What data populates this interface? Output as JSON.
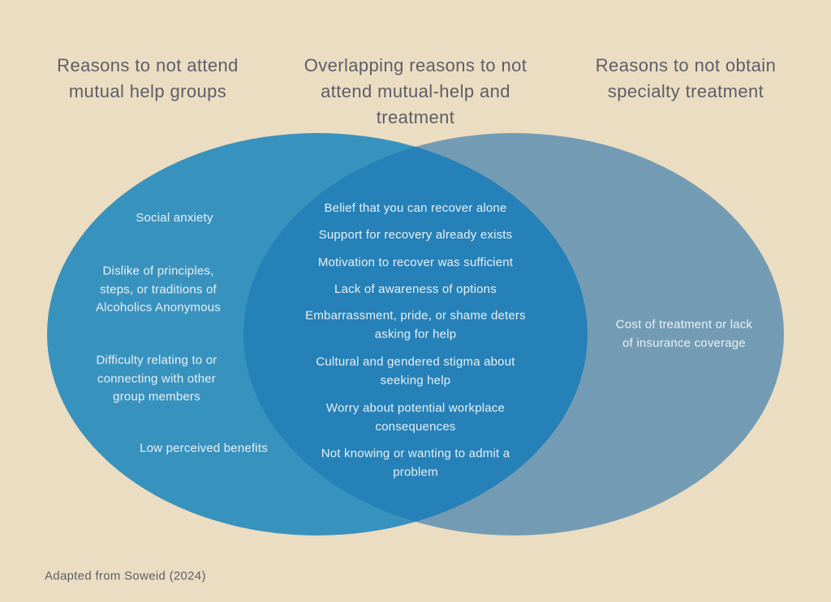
{
  "page": {
    "background_color": "#EBDDC1",
    "footer_credit": "Adapted from Soweid (2024)"
  },
  "venn": {
    "heading_color": "#5C5E68",
    "item_text_color": "#E8F1F7",
    "left_circle": {
      "heading": "Reasons to not attend\nmutual help groups",
      "color": "#3892BE",
      "items": [
        "Social anxiety",
        "Dislike of principles,\nsteps, or traditions of\nAlcoholics Anonymous",
        "Difficulty relating to or\nconnecting with other\ngroup members",
        "Low perceived benefits"
      ]
    },
    "overlap": {
      "heading": "Overlapping reasons to not\nattend mutual-help and\ntreatment",
      "color": "#2581B7",
      "items": [
        "Belief that you can recover alone",
        "Support for recovery already exists",
        "Motivation to recover was sufficient",
        "Lack of awareness of options",
        "Embarrassment, pride, or shame deters\nasking for help",
        "Cultural and gendered stigma about\nseeking help",
        "Worry about potential workplace\nconsequences",
        "Not knowing or wanting to admit a\nproblem"
      ]
    },
    "right_circle": {
      "heading": "Reasons to not obtain\nspecialty treatment",
      "color": "#739CB4",
      "items": [
        "Cost of treatment or lack\nof insurance coverage"
      ]
    }
  }
}
